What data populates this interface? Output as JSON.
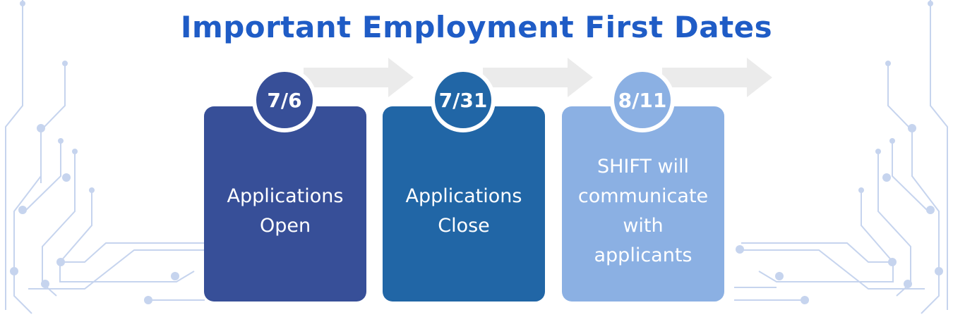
{
  "title": "Important Employment First Dates",
  "colors": {
    "title": "#1f5cc6",
    "step1": "#374f98",
    "step2": "#2166a6",
    "step3": "#8bb0e3",
    "arrow": "#ebebeb",
    "circuit": "#c6d4ee"
  },
  "steps": [
    {
      "date": "7/6",
      "label": "Applications\nOpen"
    },
    {
      "date": "7/31",
      "label": "Applications\nClose"
    },
    {
      "date": "8/11",
      "label": "SHIFT will\ncommunicate\nwith\napplicants"
    }
  ]
}
